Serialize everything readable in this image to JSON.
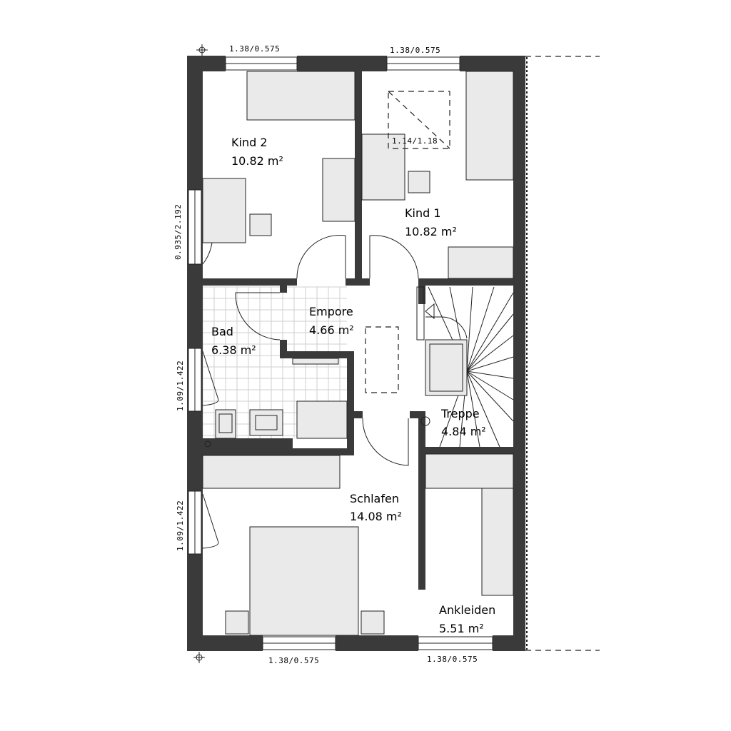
{
  "rooms": {
    "kind2": {
      "name": "Kind 2",
      "area": "10.82 m²"
    },
    "kind1": {
      "name": "Kind 1",
      "area": "10.82 m²"
    },
    "empore": {
      "name": "Empore",
      "area": "4.66 m²"
    },
    "bad": {
      "name": "Bad",
      "area": "6.38 m²"
    },
    "treppe": {
      "name": "Treppe",
      "area": "4.84 m²"
    },
    "schlafen": {
      "name": "Schlafen",
      "area": "14.08 m²"
    },
    "ankleiden": {
      "name": "Ankleiden",
      "area": "5.51 m²"
    }
  },
  "dimensions": {
    "top_window_left": "1.38/0.575",
    "top_window_right": "1.38/0.575",
    "skylight": "1.14/1.18",
    "left_window_top": "0.935/2.192",
    "left_window_middle": "1.09/1.422",
    "left_window_bottom": "1.09/1.422",
    "bottom_window_left": "1.38/0.575",
    "bottom_window_right": "1.38/0.575"
  },
  "colors": {
    "wall": "#3a3a3a",
    "furniture": "#eaeaea",
    "background": "#ffffff"
  }
}
